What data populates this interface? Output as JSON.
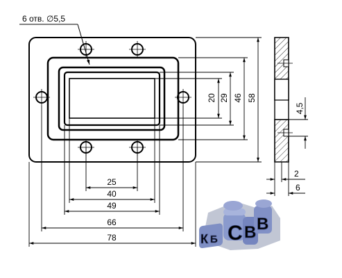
{
  "hole_label": "6 отв. ∅5,5",
  "dimensions": {
    "horizontal": {
      "d25": "25",
      "d40": "40",
      "d49": "49",
      "d66": "66",
      "d78": "78"
    },
    "vertical": {
      "d20": "20",
      "d29": "29",
      "d46": "46",
      "d58": "58"
    },
    "side": {
      "d4_5": "4,5",
      "d2": "2",
      "d6": "6"
    }
  },
  "logo": {
    "text": "КБ СВВ"
  },
  "colors": {
    "line": "#000000",
    "hatch": "#000000",
    "logo_primary": "#7f8fc4",
    "logo_shadow": "#b6bccd"
  }
}
